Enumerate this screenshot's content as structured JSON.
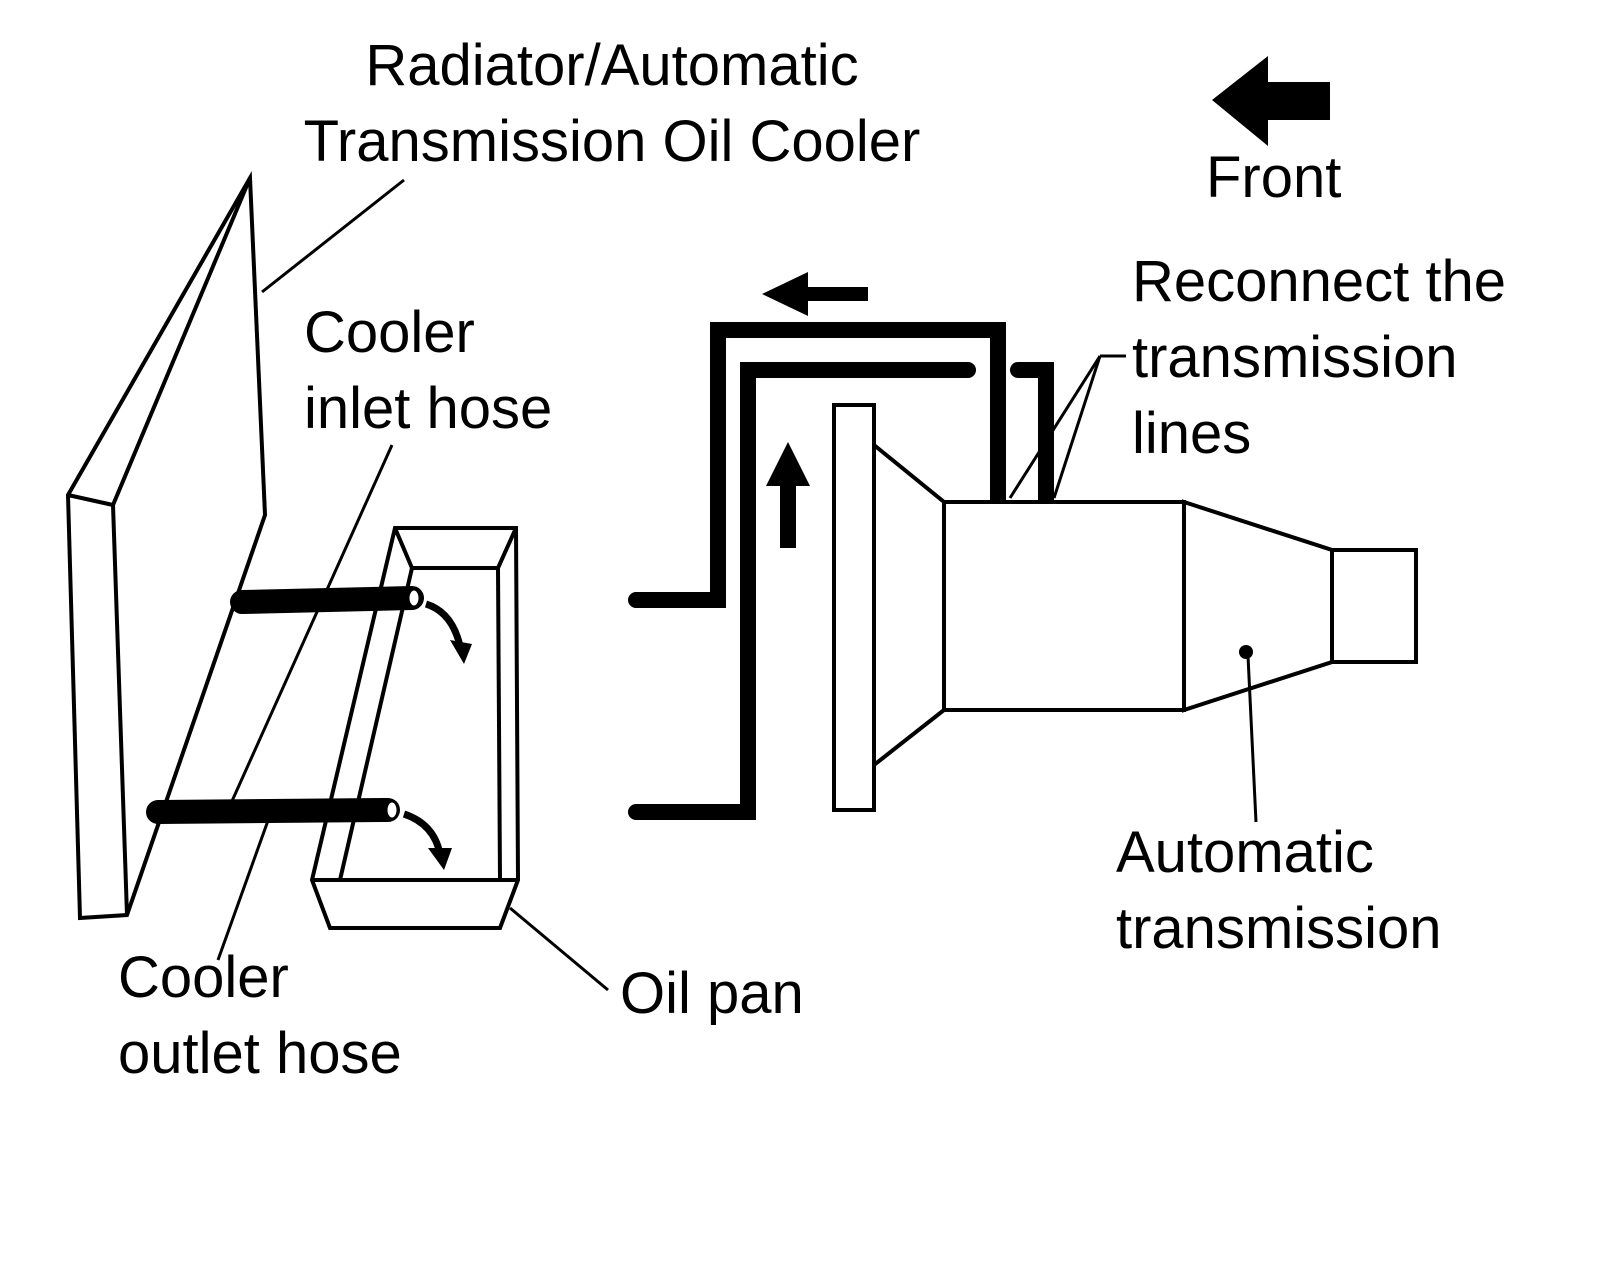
{
  "labels": {
    "radiator_line1": "Radiator/Automatic",
    "radiator_line2": "Transmission Oil Cooler",
    "front": "Front",
    "reconnect_line1": "Reconnect the",
    "reconnect_line2": "transmission",
    "reconnect_line3": "lines",
    "cooler_inlet_line1": "Cooler",
    "cooler_inlet_line2": "inlet hose",
    "cooler_outlet_line1": "Cooler",
    "cooler_outlet_line2": "outlet hose",
    "oil_pan": "Oil pan",
    "auto_trans_line1": "Automatic",
    "auto_trans_line2": "transmission"
  },
  "colors": {
    "ink": "#000000",
    "background": "#ffffff"
  },
  "icons": {
    "front_direction": "arrow-left-icon",
    "flow_top": "arrow-left-icon",
    "flow_up": "arrow-up-icon",
    "drip": "curved-arrow-down-icon"
  }
}
